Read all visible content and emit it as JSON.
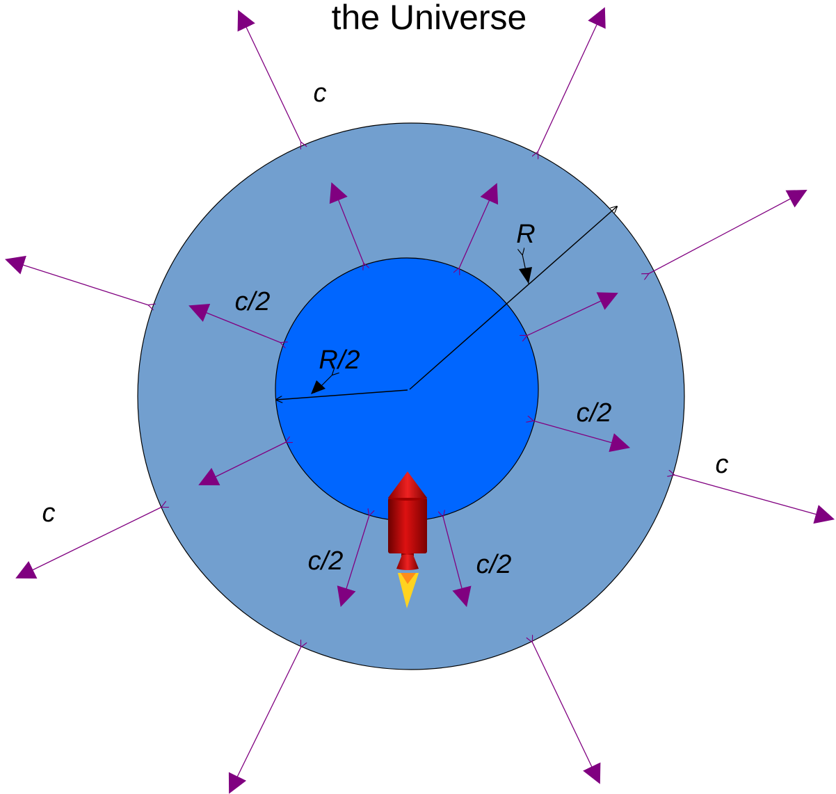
{
  "title": "the Universe",
  "labels": {
    "c_top": "c",
    "c_right": "c",
    "c_left": "c",
    "c2_upper_left": "c/2",
    "c2_right": "c/2",
    "c2_bottom_left": "c/2",
    "c2_bottom_right": "c/2",
    "radius_outer": "R",
    "radius_inner": "R/2"
  },
  "colors": {
    "outer_circle": "#729fcf",
    "inner_circle": "#0066ff",
    "expansion_arrows": "#800080",
    "rocket_body": "#cc0000",
    "rocket_flame": "#ffd320"
  }
}
